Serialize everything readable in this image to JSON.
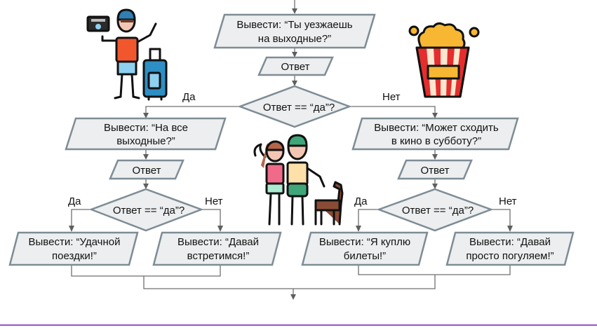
{
  "diagram": {
    "type": "flowchart",
    "nodes": {
      "q_weekend": {
        "shape": "parallelogram",
        "lines": [
          "Вывести: “Ты уезжаешь",
          "на выходные?”"
        ]
      },
      "input1": {
        "shape": "parallelogram",
        "lines": [
          "Ответ"
        ]
      },
      "decision1": {
        "shape": "diamond",
        "lines": [
          "Ответ == “да”?"
        ]
      },
      "q_all_weekend": {
        "shape": "parallelogram",
        "lines": [
          "Вывести: “На все",
          "выходные?”"
        ]
      },
      "input2": {
        "shape": "parallelogram",
        "lines": [
          "Ответ"
        ]
      },
      "decision2": {
        "shape": "diamond",
        "lines": [
          "Ответ == “да”?"
        ]
      },
      "out_good_trip": {
        "shape": "parallelogram",
        "lines": [
          "Вывести: “Удачной",
          "поездки!”"
        ]
      },
      "out_meet": {
        "shape": "parallelogram",
        "lines": [
          "Вывести: “Давай",
          "встретимся!”"
        ]
      },
      "q_cinema": {
        "shape": "parallelogram",
        "lines": [
          "Вывести: “Может сходить",
          "в кино в субботу?”"
        ]
      },
      "input3": {
        "shape": "parallelogram",
        "lines": [
          "Ответ"
        ]
      },
      "decision3": {
        "shape": "diamond",
        "lines": [
          "Ответ == “да”?"
        ]
      },
      "out_tickets": {
        "shape": "parallelogram",
        "lines": [
          "Вывести: “Я куплю",
          "билеты!”"
        ]
      },
      "out_walk": {
        "shape": "parallelogram",
        "lines": [
          "Вывести: “Давай",
          "просто погуляем!”"
        ]
      }
    },
    "branch_labels": {
      "d1_yes": "Да",
      "d1_no": "Нет",
      "d2_yes": "Да",
      "d2_no": "Нет",
      "d3_yes": "Да",
      "d3_no": "Нет"
    },
    "edges": [
      [
        "start",
        "q_weekend"
      ],
      [
        "q_weekend",
        "input1"
      ],
      [
        "input1",
        "decision1"
      ],
      [
        "decision1",
        "q_all_weekend",
        "Да"
      ],
      [
        "decision1",
        "q_cinema",
        "Нет"
      ],
      [
        "q_all_weekend",
        "input2"
      ],
      [
        "input2",
        "decision2"
      ],
      [
        "decision2",
        "out_good_trip",
        "Да"
      ],
      [
        "decision2",
        "out_meet",
        "Нет"
      ],
      [
        "q_cinema",
        "input3"
      ],
      [
        "input3",
        "decision3"
      ],
      [
        "decision3",
        "out_tickets",
        "Да"
      ],
      [
        "decision3",
        "out_walk",
        "Нет"
      ],
      [
        "out_good_trip",
        "end"
      ],
      [
        "out_meet",
        "end"
      ],
      [
        "out_tickets",
        "end"
      ],
      [
        "out_walk",
        "end"
      ]
    ],
    "illustrations": [
      "traveler-with-suitcase-icon",
      "popcorn-icon",
      "couple-with-dog-icon"
    ],
    "colors": {
      "shape_fill": "#eceeef",
      "shape_stroke": "#7e8c95",
      "connector": "#6f6f6f",
      "bottom_rule": "#9b4fc6"
    }
  }
}
